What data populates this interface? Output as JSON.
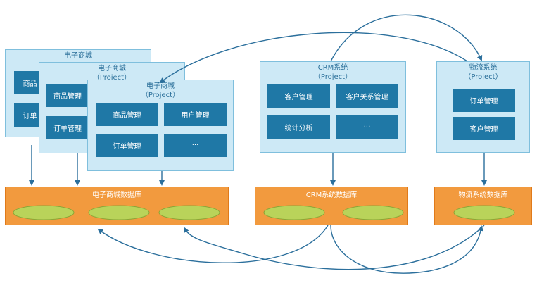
{
  "ecommerce": {
    "back_title": "电子商城",
    "mid_title": "电子商城",
    "mid_subtitle": "（Project）",
    "front_title": "电子商城",
    "front_subtitle": "（Project）",
    "back_modules": [
      "商品",
      "订单"
    ],
    "mid_modules": [
      "商品管理",
      "订单管理"
    ],
    "front_modules": [
      "商品管理",
      "用户管理",
      "订单管理",
      "···"
    ]
  },
  "crm": {
    "title": "CRM系统",
    "subtitle": "（Project）",
    "modules": [
      "客户管理",
      "客户关系管理",
      "统计分析",
      "···"
    ]
  },
  "logistics": {
    "title": "物流系统",
    "subtitle": "（Project）",
    "modules": [
      "订单管理",
      "客户管理"
    ]
  },
  "databases": {
    "ecommerce": "电子商城数据库",
    "crm": "CRM系统数据库",
    "logistics": "物流系统数据库"
  },
  "colors": {
    "project_bg": "#cde9f6",
    "module_bg": "#1f78a6",
    "db_bg": "#f29a3e",
    "disk": "#b9d35a",
    "arrow": "#2b6f9c"
  }
}
